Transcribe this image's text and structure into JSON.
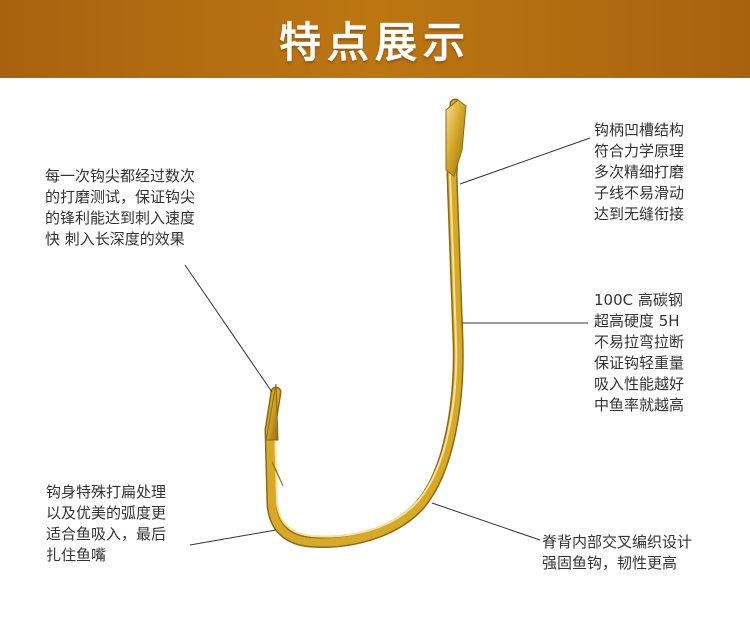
{
  "banner": {
    "title": "特点展示",
    "color": "#b26d10"
  },
  "annotations": {
    "tip": {
      "lines": [
        "每一次钩尖都经过数次",
        "的打磨测试，保证钩尖",
        "的锋利能达到刺入速度",
        "快 刺入长深度的效果"
      ]
    },
    "shank": {
      "lines": [
        "钩柄凹槽结构",
        "符合力学原理",
        "多次精细打磨",
        "子线不易滑动",
        "达到无缝衔接"
      ]
    },
    "material": {
      "lines": [
        "100C 高碳钢",
        "超高硬度 5H",
        "不易拉弯拉断",
        "保证钩轻重量",
        "吸入性能越好",
        "中鱼率就越高"
      ]
    },
    "body": {
      "lines": [
        "钩身特殊打扁处理",
        "以及优美的弧度更",
        "适合鱼吸入，最后",
        "扎住鱼嘴"
      ]
    },
    "spine": {
      "lines": [
        "脊背内部交叉编织设计",
        "强固鱼钩，韧性更高"
      ]
    }
  },
  "hook": {
    "gold": "#d7a928",
    "gold_dark": "#8f6a12",
    "gold_light": "#f6e39a"
  }
}
